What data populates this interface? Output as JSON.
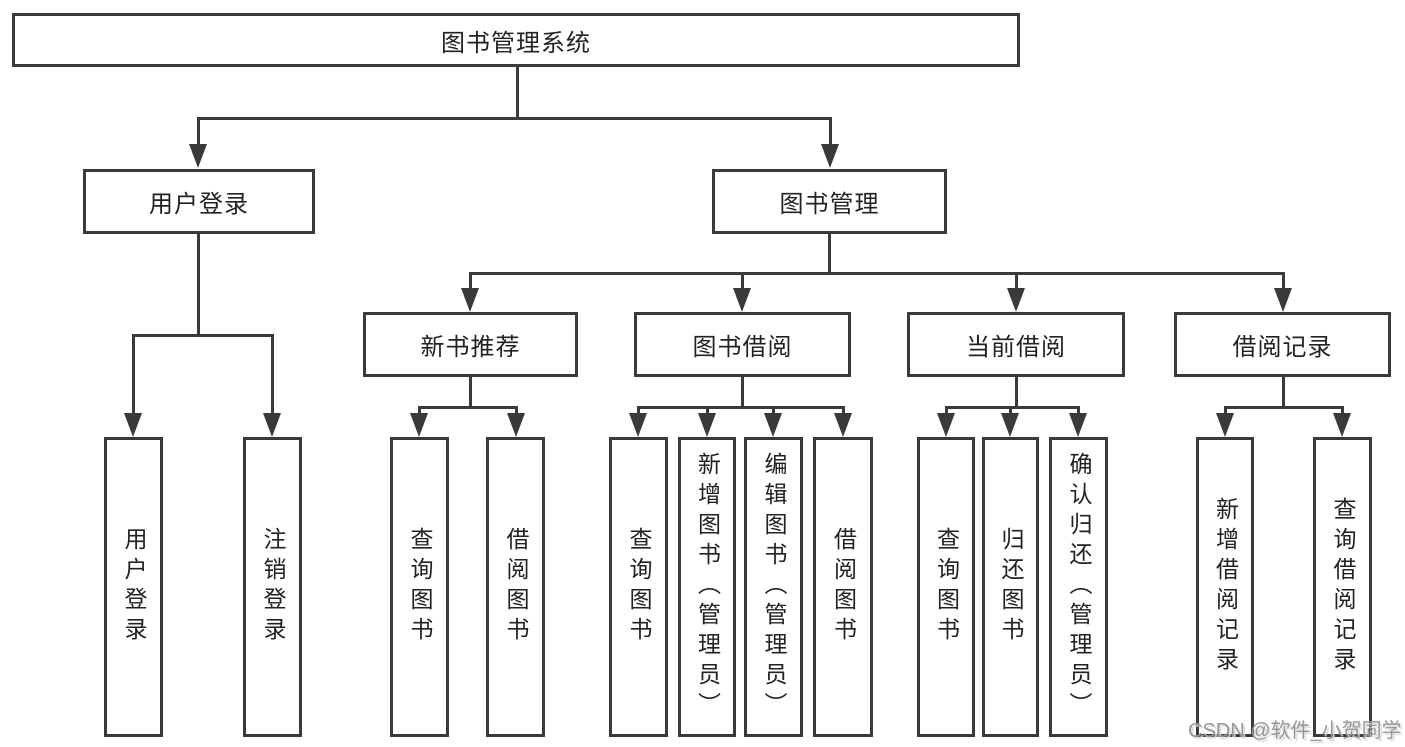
{
  "diagram": {
    "title": "图书管理系统",
    "level1": [
      {
        "label": "用户登录"
      },
      {
        "label": "图书管理"
      }
    ],
    "level2": [
      {
        "label": "新书推荐"
      },
      {
        "label": "图书借阅"
      },
      {
        "label": "当前借阅"
      },
      {
        "label": "借阅记录"
      }
    ],
    "leaves": [
      {
        "label": "用户登录"
      },
      {
        "label": "注销登录"
      },
      {
        "label": "查询图书"
      },
      {
        "label": "借阅图书"
      },
      {
        "label": "查询图书"
      },
      {
        "label": "新增图书（管理员）"
      },
      {
        "label": "编辑图书（管理员）"
      },
      {
        "label": "借阅图书"
      },
      {
        "label": "查询图书"
      },
      {
        "label": "归还图书"
      },
      {
        "label": "确认归还（管理员）"
      },
      {
        "label": "新增借阅记录"
      },
      {
        "label": "查询借阅记录"
      }
    ],
    "colors": {
      "line": "#3a3a3a",
      "text": "#222222",
      "background": "#ffffff",
      "watermark": "#979797"
    }
  },
  "watermark": {
    "text": "CSDN @软件_小贺同学"
  }
}
